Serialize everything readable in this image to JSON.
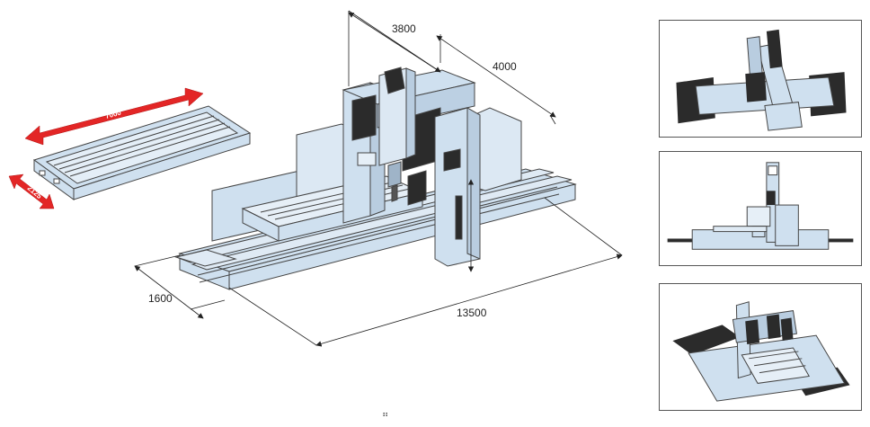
{
  "main_drawing": {
    "dimensions": {
      "height_top": "3800",
      "width_top": "4000",
      "width_front": "1600",
      "length_total": "13500"
    },
    "table_arrows": {
      "length": "7000",
      "width": "2125"
    }
  },
  "thumbnails": [
    {
      "view": "top-perspective"
    },
    {
      "view": "front-elevation"
    },
    {
      "view": "iso-perspective"
    }
  ],
  "colors": {
    "machine_fill": "#cfe0ef",
    "machine_stroke": "#444444",
    "arrow_red": "#e32626",
    "rail_dark": "#2b2b2b"
  },
  "footer": {
    "handle_glyph": "⠶"
  }
}
